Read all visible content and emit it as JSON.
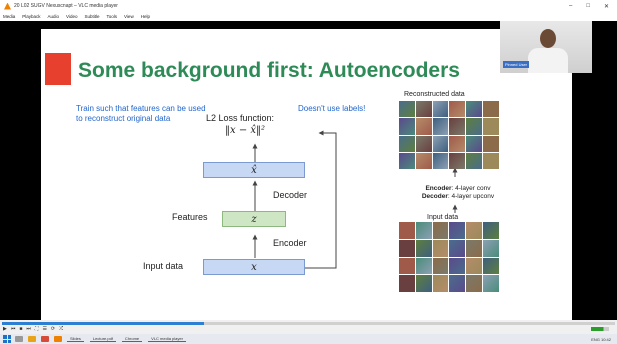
{
  "window": {
    "title": "20 L02 SUGV Nexuscnapt – VLC media player",
    "controls": [
      "–",
      "□",
      "✕"
    ]
  },
  "menubar": [
    "Media",
    "Playback",
    "Audio",
    "Video",
    "Subtitle",
    "Tools",
    "View",
    "Help"
  ],
  "slide": {
    "title": "Some background first: Autoencoders",
    "note_left": "Train such that features can be used to reconstruct original data",
    "note_right": "Doesn't use labels!",
    "loss_label": "L2 Loss function:",
    "loss_formula": "‖x − x̂‖²",
    "reconstructed_box": "x̂",
    "decoder_label": "Decoder",
    "features_label": "Features",
    "features_box": "z",
    "encoder_label": "Encoder",
    "input_label": "Input data",
    "input_box": "x",
    "reconstructed_caption": "Reconstructed data",
    "encoder_desc_bold": "Encoder",
    "encoder_desc": ": 4-layer conv",
    "decoder_desc_bold": "Decoder",
    "decoder_desc": ": 4-layer upconv",
    "input_caption": "Input data"
  },
  "webcam": {
    "tag": "Pinned User"
  },
  "player": {
    "progress": 0.33
  },
  "taskbar": {
    "windows": [
      "Slides",
      "Lecture.pdf",
      "Chrome",
      "VLC media player"
    ],
    "tray": "ENG  10:42"
  }
}
